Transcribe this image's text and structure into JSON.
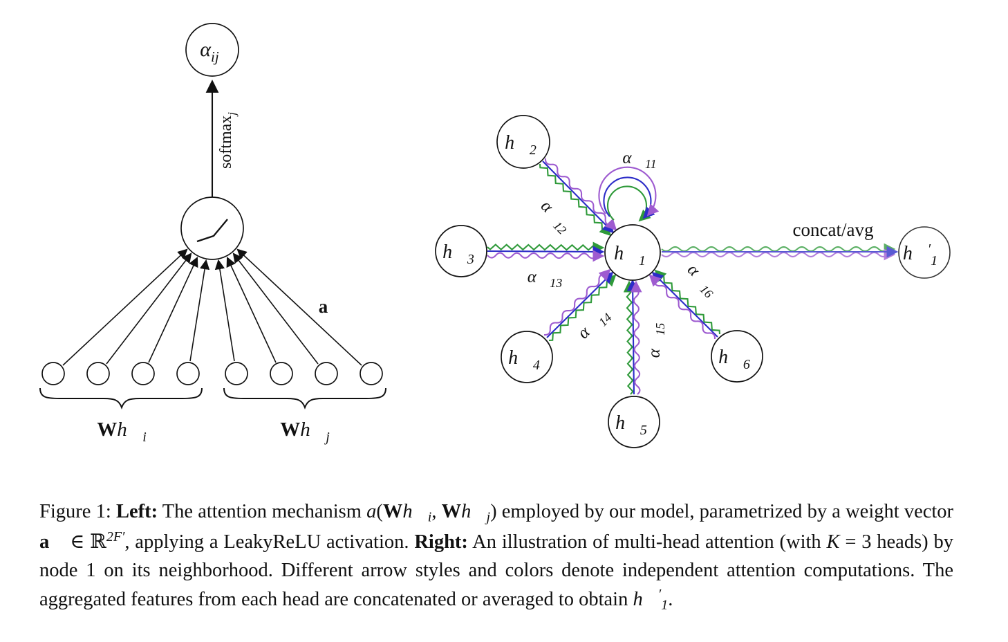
{
  "figure": {
    "left": {
      "alpha_label": {
        "base": "α",
        "sub": "ij"
      },
      "softmax": {
        "base": "softmax",
        "sub": "j"
      },
      "a_vec": "a⃗",
      "whi": {
        "w": "W",
        "h": "h⃗",
        "sub": "i"
      },
      "whj": {
        "w": "W",
        "h": "h⃗",
        "sub": "j"
      }
    },
    "right": {
      "nodes": {
        "h1": {
          "base": "h⃗",
          "sub": "1"
        },
        "h2": {
          "base": "h⃗",
          "sub": "2"
        },
        "h3": {
          "base": "h⃗",
          "sub": "3"
        },
        "h4": {
          "base": "h⃗",
          "sub": "4"
        },
        "h5": {
          "base": "h⃗",
          "sub": "5"
        },
        "h6": {
          "base": "h⃗",
          "sub": "6"
        },
        "h1p": {
          "base": "h⃗",
          "prime": "′",
          "sub": "1"
        }
      },
      "alphas": {
        "a11": {
          "base": "α⃗",
          "sub": "11"
        },
        "a12": {
          "base": "α⃗",
          "sub": "12"
        },
        "a13": {
          "base": "α⃗",
          "sub": "13"
        },
        "a14": {
          "base": "α⃗",
          "sub": "14"
        },
        "a15": {
          "base": "α⃗",
          "sub": "15"
        },
        "a16": {
          "base": "α⃗",
          "sub": "16"
        }
      },
      "concat_label": "concat/avg"
    },
    "colors": {
      "green": "#2f9a3a",
      "blue": "#2c2cc8",
      "purple": "#9e5bd0",
      "black": "#111111"
    }
  },
  "caption": {
    "segments": [
      "Figure 1: ",
      "Left:",
      " The attention mechanism ",
      "a",
      "(",
      "W",
      "h⃗",
      "i",
      ", ",
      "W",
      "h⃗",
      "j",
      ") employed by our model, parametrized by a weight vector ",
      "a⃗",
      " ∈ ℝ",
      "2F′",
      ", applying a LeakyReLU activation. ",
      "Right:",
      " An illustration of multi-head attention (with ",
      "K",
      " = 3 heads) by node 1 on its neighborhood. Different arrow styles and colors denote independent attention computations. The aggregated features from each head are concatenated or averaged to obtain ",
      "h⃗",
      "′",
      "1",
      "."
    ]
  }
}
